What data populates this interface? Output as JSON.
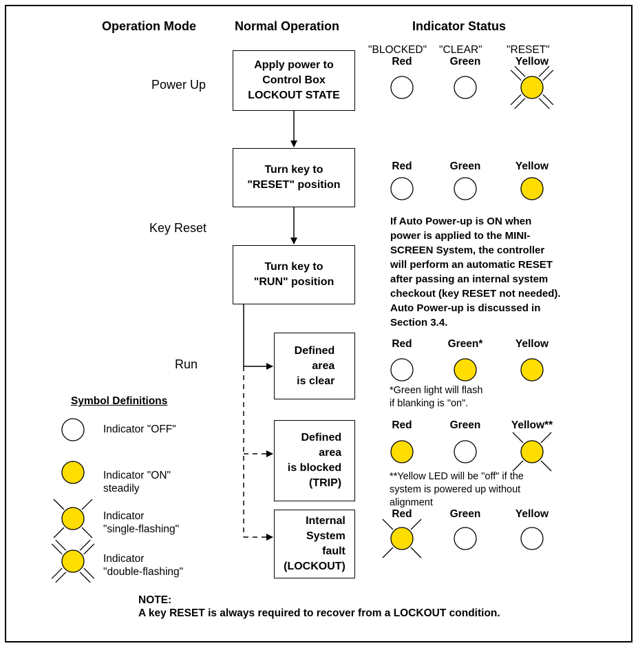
{
  "headers": {
    "operation_mode": "Operation Mode",
    "normal_operation": "Normal Operation",
    "indicator_status": "Indicator Status"
  },
  "modes": {
    "power_up": "Power Up",
    "key_reset": "Key Reset",
    "run": "Run"
  },
  "boxes": {
    "apply_power": "Apply power to\nControl Box\nLOCKOUT STATE",
    "turn_key_reset": "Turn key to\n\"RESET\" position",
    "turn_key_run": "Turn key to\n\"RUN\" position",
    "area_clear": "Defined\narea\nis clear",
    "area_blocked": "Defined\narea\nis blocked\n(TRIP)",
    "internal_fault": "Internal\nSystem\nfault\n(LOCKOUT)"
  },
  "indicator_quotes": {
    "blocked": "\"BLOCKED\"",
    "clear": "\"CLEAR\"",
    "reset": "\"RESET\""
  },
  "indicator_rows": {
    "row1": {
      "red": "Red",
      "green": "Green",
      "yellow": "Yellow"
    },
    "row2": {
      "red": "Red",
      "green": "Green",
      "yellow": "Yellow"
    },
    "row3": {
      "red": "Red",
      "green": "Green*",
      "yellow": "Yellow"
    },
    "row4": {
      "red": "Red",
      "green": "Green",
      "yellow": "Yellow**"
    },
    "row5": {
      "red": "Red",
      "green": "Green",
      "yellow": "Yellow"
    }
  },
  "indicator_states": {
    "row1": [
      "off",
      "off",
      "double-flashing"
    ],
    "row2": [
      "off",
      "off",
      "on"
    ],
    "row3": [
      "off",
      "on",
      "on"
    ],
    "row4": [
      "on",
      "off",
      "single-flashing"
    ],
    "row5": [
      "single-flashing",
      "off",
      "off"
    ]
  },
  "notes": {
    "auto_power_up": "If Auto Power-up is ON when\npower is applied to the MINI-\nSCREEN System, the controller\nwill perform an automatic RESET\nafter passing an internal system\ncheckout (key RESET not needed).\nAuto Power-up is discussed in\nSection 3.4.",
    "green_flash": "*Green light will flash\nif blanking is \"on\".",
    "yellow_off": "**Yellow LED will be \"off\" if the\nsystem is powered up without\nalignment"
  },
  "symbol_definitions": {
    "title": "Symbol Definitions",
    "off": "Indicator \"OFF\"",
    "on": "Indicator \"ON\"\nsteadily",
    "single": "Indicator\n\"single-flashing\"",
    "double": "Indicator\n\"double-flashing\""
  },
  "footer": {
    "note_label": "NOTE:",
    "note_text": "A key RESET is always required to recover from a LOCKOUT condition."
  },
  "colors": {
    "led_on": "#ffdd00",
    "led_off": "#ffffff",
    "line": "#000000"
  }
}
